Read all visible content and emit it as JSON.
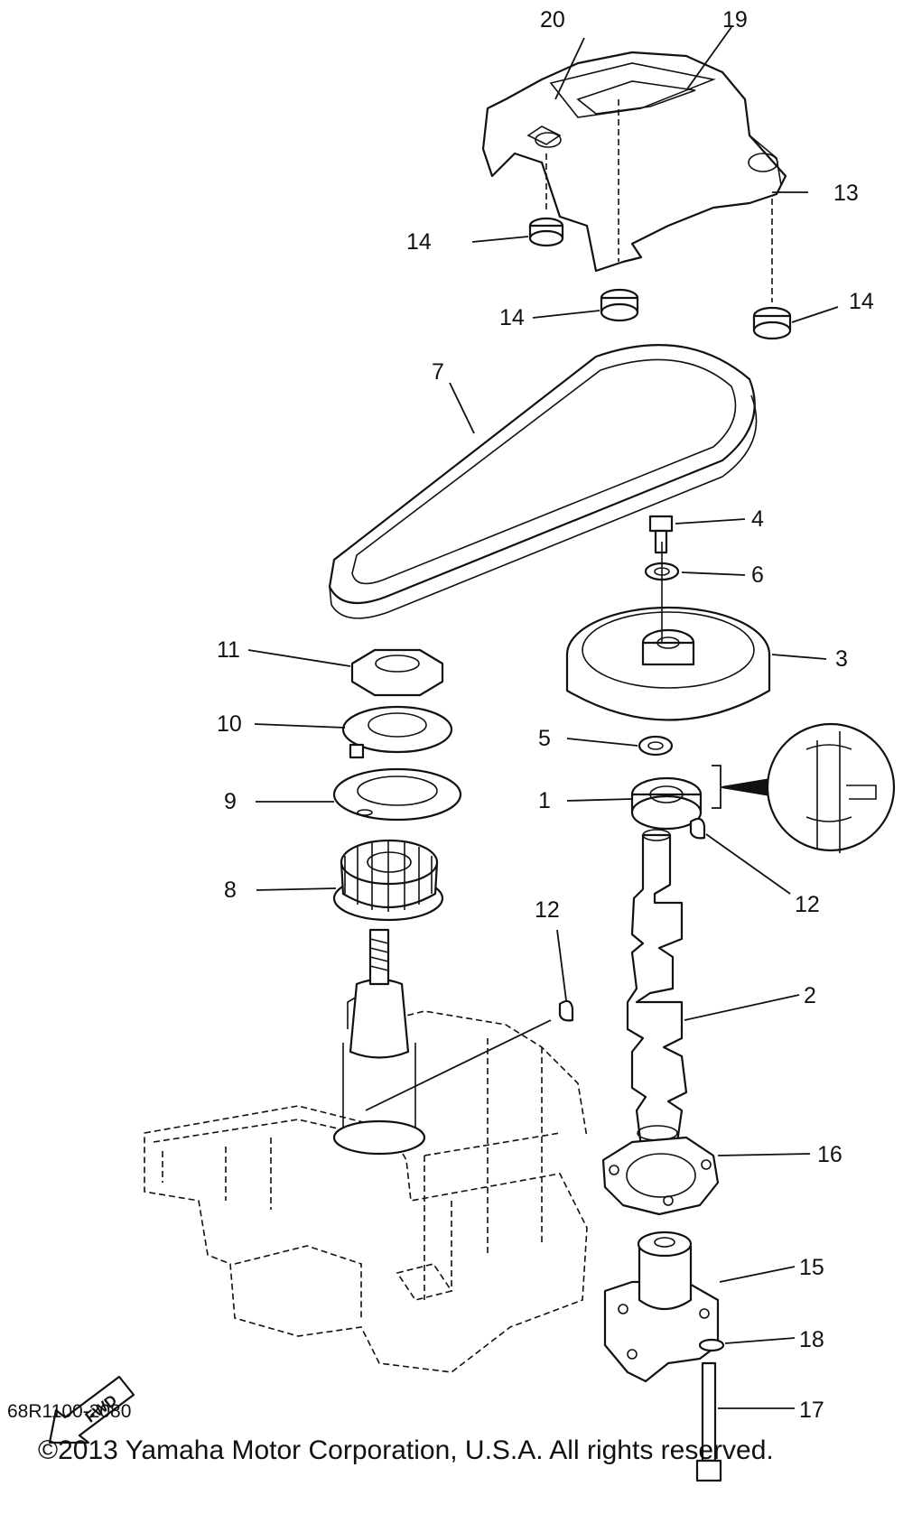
{
  "parts": [
    {
      "num": "20"
    },
    {
      "num": "19"
    },
    {
      "num": "13"
    },
    {
      "num": "14"
    },
    {
      "num": "14"
    },
    {
      "num": "14"
    },
    {
      "num": "7"
    },
    {
      "num": "4"
    },
    {
      "num": "6"
    },
    {
      "num": "3"
    },
    {
      "num": "11"
    },
    {
      "num": "10"
    },
    {
      "num": "5"
    },
    {
      "num": "9"
    },
    {
      "num": "1"
    },
    {
      "num": "8"
    },
    {
      "num": "12"
    },
    {
      "num": "12"
    },
    {
      "num": "2"
    },
    {
      "num": "16"
    },
    {
      "num": "15"
    },
    {
      "num": "18"
    },
    {
      "num": "17"
    }
  ],
  "fwd_label": "FWD",
  "reference_code": "68R1100-2080",
  "copyright": "©2013 Yamaha Motor Corporation, U.S.A. All rights reserved."
}
